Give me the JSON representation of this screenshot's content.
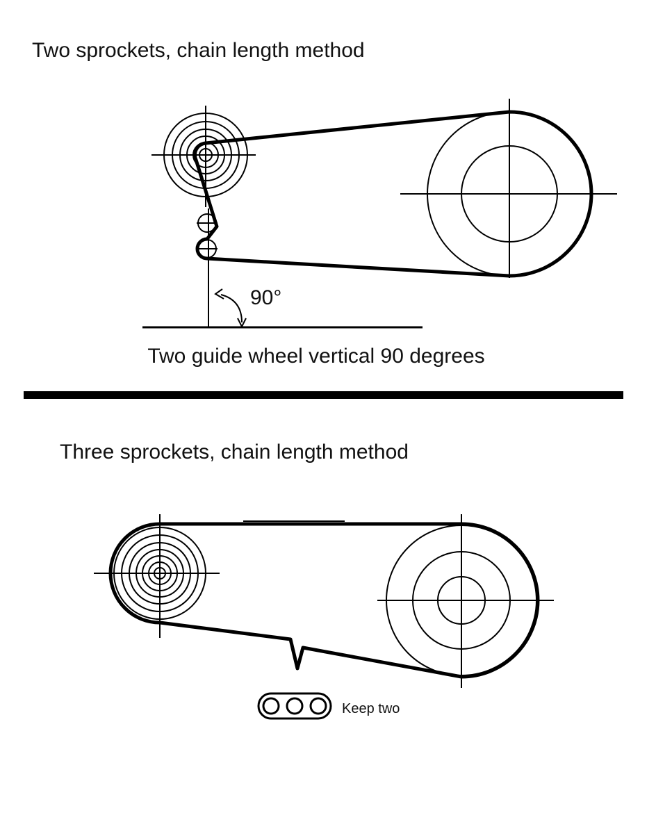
{
  "top": {
    "title": "Two sprockets, chain length method",
    "angle_label": "90°",
    "caption": "Two guide wheel vertical 90 degrees"
  },
  "bottom": {
    "title": "Three sprockets, chain length method",
    "link_label": "Keep two"
  }
}
